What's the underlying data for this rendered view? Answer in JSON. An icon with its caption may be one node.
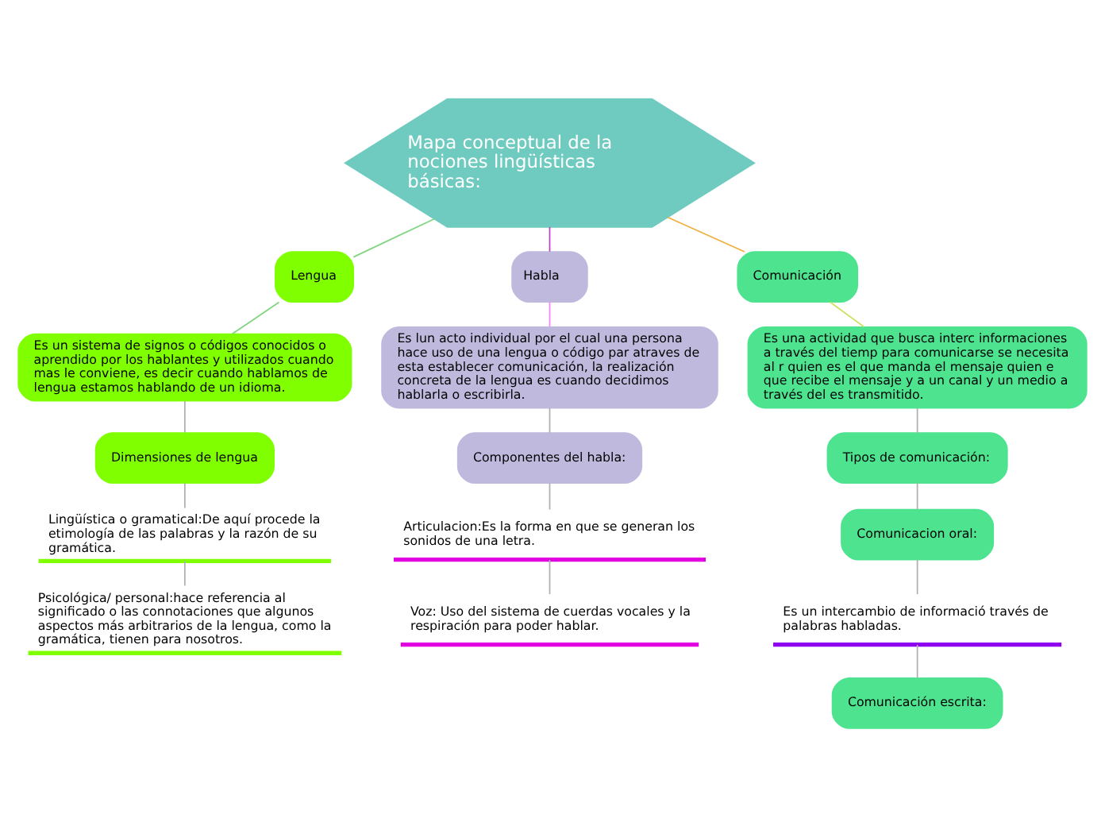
{
  "diagram": {
    "nodes": [
      {
        "text": [
          "Mapa conceptual de la nociones lingüísticas básicas:"
        ]
      },
      {
        "text": [
          "Lengua"
        ]
      },
      {
        "text": [
          "Es un sistema de signos o códigos conocidos o aprendido por los hablantes y utilizados cuando mas le conviene, es decir cuando hablamos de lengua estamos hablando de un idioma."
        ]
      },
      {
        "text": [
          "Dimensiones de lengua"
        ]
      },
      {
        "text": [
          "Lingüística o gramatical:De aquí procede la etimología de las palabras y la razón de su gramática."
        ]
      },
      {
        "text": [
          "Psicológica/ personal:hace referencia al significado o las connotaciones que algunos aspectos más arbitrarios de la lengua, como la gramática, tienen para nosotros."
        ]
      },
      {
        "text": [
          "Habla"
        ]
      },
      {
        "text": [
          "Es lun acto individual por el cual una persona hace uso de una lengua o código par atraves de esta establecer comunicación, la realización concreta de la lengua es cuando decidimos hablarla o escribirla."
        ]
      },
      {
        "text": [
          "Componentes del habla:"
        ]
      },
      {
        "text": [
          "Articulacion:Es la forma en que se generan los sonidos de una letra."
        ]
      },
      {
        "text": [
          "Voz: Uso del sistema de cuerdas vocales y la respiración para poder hablar."
        ]
      },
      {
        "text": [
          "Comunicación"
        ]
      },
      {
        "text": [
          "Es una actividad que busca interc informaciones a través del tiemp para comunicarse se necesita al r quien es el que manda el mensaje quien e que recibe el mensaje y a un canal y un medio a través del es transmitido."
        ]
      },
      {
        "text": [
          "Tipos de comunicación:"
        ]
      },
      {
        "text": [
          "Comunicacion oral:"
        ]
      },
      {
        "text": [
          "Es un intercambio de informació través de palabras habladas."
        ]
      },
      {
        "text": [
          "Comunicación escrita:"
        ]
      }
    ],
    "edges": [
      {
        "from": 0,
        "to": 1,
        "arrow": "none",
        "color": "#7fd67f"
      },
      {
        "from": 0,
        "to": 6,
        "arrow": "none",
        "color": "#c040c0"
      },
      {
        "from": 0,
        "to": 11,
        "arrow": "none",
        "color": "#f0b040"
      },
      {
        "from": 1,
        "to": 2,
        "arrow": "none"
      },
      {
        "from": 2,
        "to": 3,
        "arrow": "none"
      },
      {
        "from": 3,
        "to": 4,
        "arrow": "none"
      },
      {
        "from": 4,
        "to": 5,
        "arrow": "none"
      },
      {
        "from": 6,
        "to": 7,
        "arrow": "none"
      },
      {
        "from": 7,
        "to": 8,
        "arrow": "none"
      },
      {
        "from": 8,
        "to": 9,
        "arrow": "none"
      },
      {
        "from": 9,
        "to": 10,
        "arrow": "none"
      },
      {
        "from": 11,
        "to": 12,
        "arrow": "none"
      },
      {
        "from": 12,
        "to": 13,
        "arrow": "none"
      },
      {
        "from": 13,
        "to": 14,
        "arrow": "none"
      },
      {
        "from": 14,
        "to": 15,
        "arrow": "none"
      },
      {
        "from": 15,
        "to": 16,
        "arrow": "none"
      }
    ]
  }
}
